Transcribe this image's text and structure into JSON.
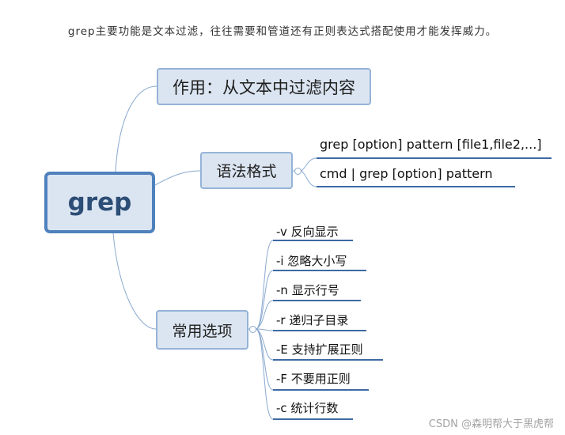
{
  "intro": "grep主要功能是文本过滤，往往需要和管道还有正则表达式搭配使用才能发挥威力。",
  "mindmap": {
    "root": "grep",
    "branches": [
      {
        "label": "作用：从文本中过滤内容",
        "children": []
      },
      {
        "label": "语法格式",
        "children": [
          "grep [option] pattern [file1,file2,...]",
          "cmd  |  grep [option] pattern"
        ]
      },
      {
        "label": "常用选项",
        "children": [
          "-v 反向显示",
          "-i 忽略大小写",
          "-n  显示行号",
          "-r 递归子目录",
          "-E 支持扩展正则",
          "-F 不要用正则",
          "-c 统计行数"
        ]
      }
    ]
  },
  "watermark": "CSDN @森明帮大于黑虎帮",
  "colors": {
    "root_border": "#4f81bd",
    "box_fill": "#dbe5f1",
    "box_border": "#95b3d7",
    "line": "#8aa9cf",
    "underline": "#3e6aa3"
  }
}
